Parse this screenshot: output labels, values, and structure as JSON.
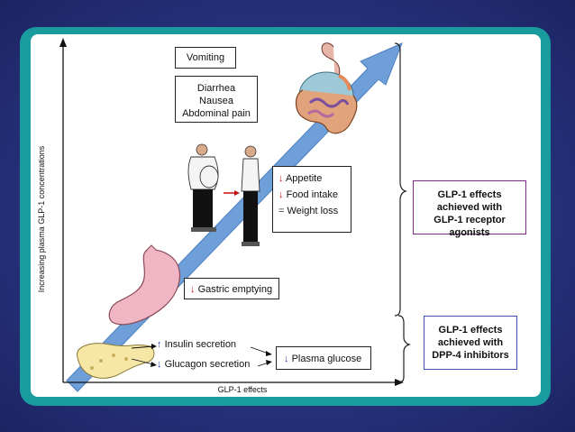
{
  "axis": {
    "ylabel": "Increasing plasma GLP-1 concentrations",
    "xlabel": "GLP-1 effects"
  },
  "boxes": {
    "vomiting": "Vomiting",
    "gi_symptoms": [
      "Diarrhea",
      "Nausea",
      "Abdominal pain"
    ],
    "weight": {
      "items": [
        {
          "symbol": "↓",
          "text": "Appetite"
        },
        {
          "symbol": "↓",
          "text": "Food intake"
        },
        {
          "symbol": "=",
          "text": "Weight loss"
        }
      ]
    },
    "gastric": {
      "symbol": "↓",
      "text": "Gastric emptying"
    },
    "pancreas": {
      "items": [
        {
          "symbol": "↑",
          "text": "Insulin secretion"
        },
        {
          "symbol": "↓",
          "text": "Glucagon secretion"
        }
      ]
    },
    "glucose": {
      "symbol": "↓",
      "text": "Plasma glucose"
    }
  },
  "right_labels": {
    "agonists": [
      "GLP-1 effects",
      "achieved with",
      "GLP-1 receptor agonists"
    ],
    "dpp4": [
      "GLP-1 effects",
      "achieved with",
      "DPP-4 inhibitors"
    ]
  },
  "colors": {
    "background": "#2a3580",
    "frame": "#1a9b9e",
    "arrow": "#6f9fd8",
    "agonist_border": "#7b2a86",
    "dpp4_border": "#3e4fb0",
    "down_arrow": "#d01010",
    "up_arrow": "#2a3ea0"
  },
  "icons": [
    "intestines-icon",
    "obese-person-icon",
    "slim-person-icon",
    "stomach-icon",
    "pancreas-icon"
  ]
}
